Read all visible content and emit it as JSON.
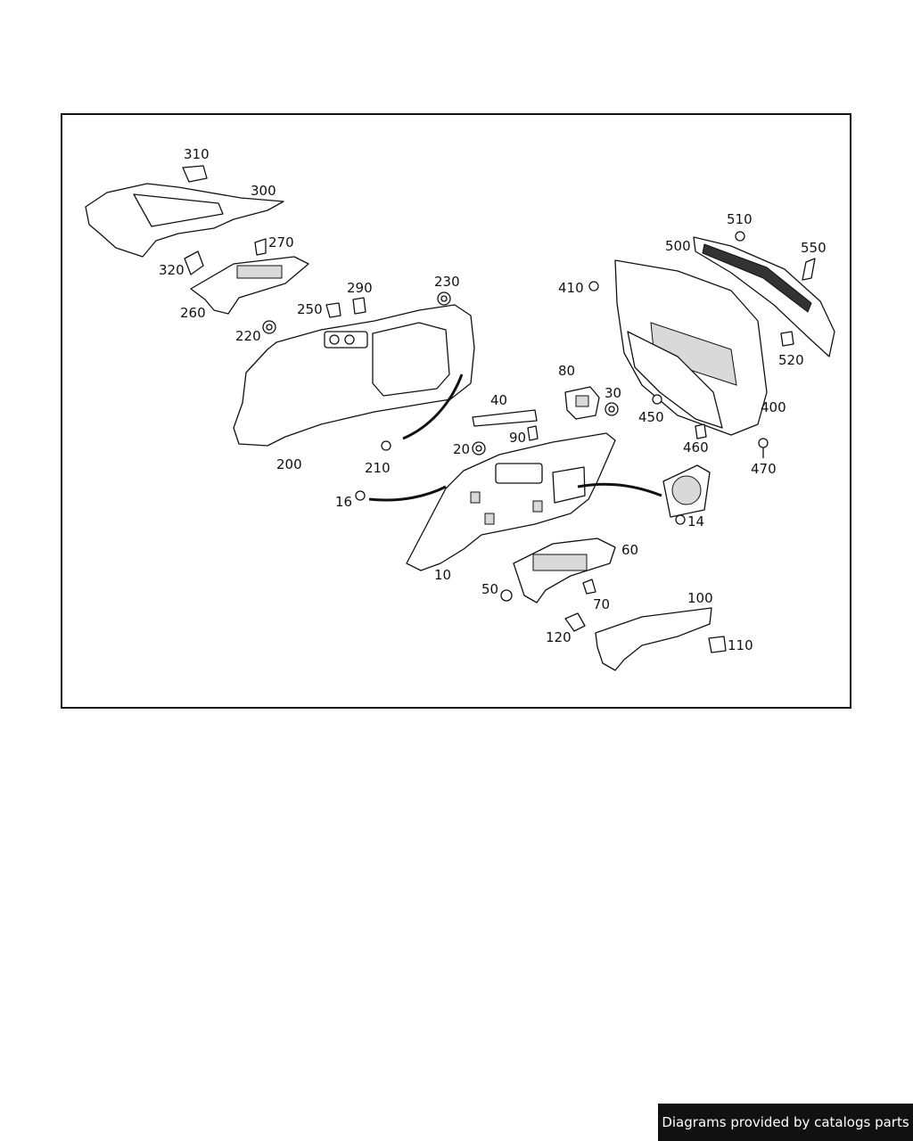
{
  "diagram": {
    "part_numbers": {
      "p310": "310",
      "p300": "300",
      "p270": "270",
      "p320": "320",
      "p260": "260",
      "p290": "290",
      "p250": "250",
      "p230": "230",
      "p220": "220",
      "p200": "200",
      "p210": "210",
      "p16": "16",
      "p40": "40",
      "p20": "20",
      "p90": "90",
      "p80": "80",
      "p30": "30",
      "p10": "10",
      "p14": "14",
      "p60": "60",
      "p50": "50",
      "p70": "70",
      "p120": "120",
      "p100": "100",
      "p110": "110",
      "p410": "410",
      "p500": "500",
      "p510": "510",
      "p550": "550",
      "p520": "520",
      "p450": "450",
      "p400": "400",
      "p460": "460",
      "p470": "470"
    }
  },
  "credit": {
    "text": "Diagrams provided by catalogs parts"
  },
  "colors": {
    "line": "#111111",
    "background": "#ffffff",
    "credit_bg": "#111111",
    "credit_text": "#ffffff"
  }
}
